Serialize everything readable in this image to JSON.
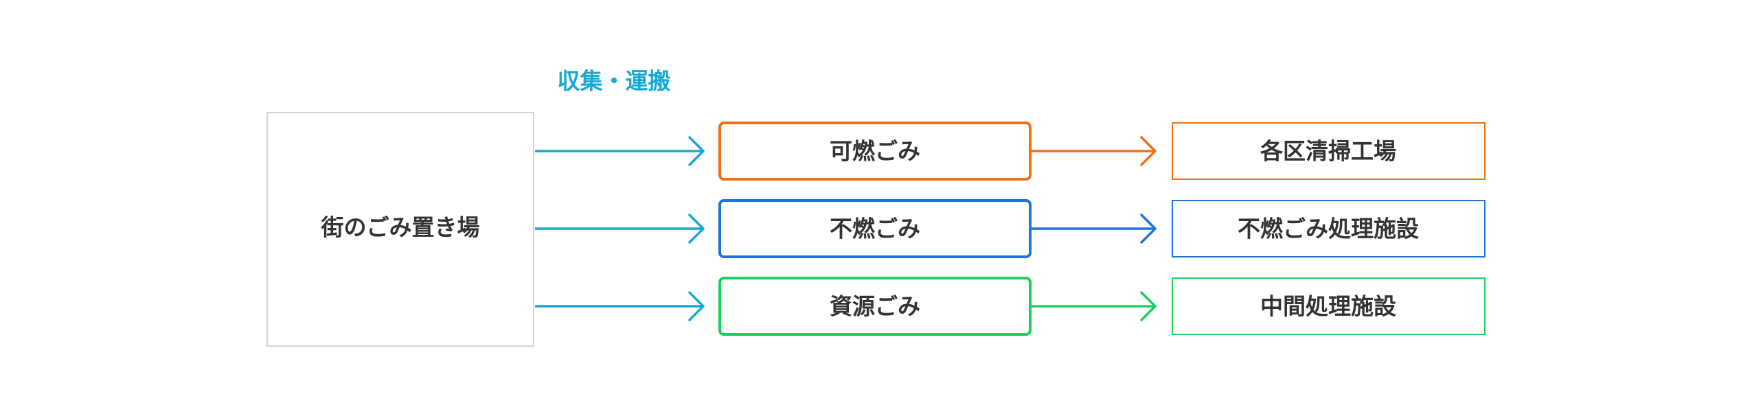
{
  "colors": {
    "collect": "#17A8D6",
    "burnable": "#F07018",
    "nonburnable": "#1F73D6",
    "resource": "#1CD05C",
    "source_border": "#D5D5D5",
    "text": "#333333"
  },
  "source": {
    "label": "街のごみ置き場"
  },
  "collect_label": "収集・運搬",
  "categories": [
    {
      "label": "可燃ごみ",
      "destination": "各区清掃工場",
      "color_key": "burnable"
    },
    {
      "label": "不燃ごみ",
      "destination": "不燃ごみ処理施設",
      "color_key": "nonburnable"
    },
    {
      "label": "資源ごみ",
      "destination": "中間処理施設",
      "color_key": "resource"
    }
  ]
}
